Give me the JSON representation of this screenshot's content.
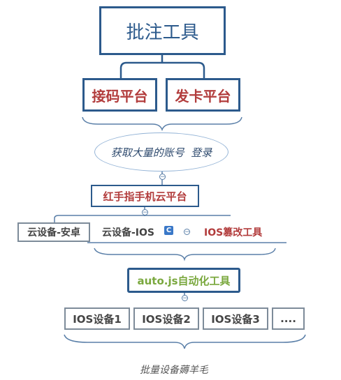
{
  "root": {
    "label": "批注工具"
  },
  "platforms": [
    {
      "label": "接码平台"
    },
    {
      "label": "发卡平台"
    }
  ],
  "account_label": "获取大量的账号  登录",
  "cloud_platform": {
    "label": "红手指手机云平台"
  },
  "cloud_devices": {
    "android": "云设备-安卓",
    "ios": "云设备-IOS",
    "ios_badge": "C",
    "tamper_tool": "IOS篡改工具"
  },
  "automation_tool": {
    "label": "auto.js自动化工具"
  },
  "devices": [
    {
      "label": "IOS设备1"
    },
    {
      "label": "IOS设备2"
    },
    {
      "label": "IOS设备3"
    },
    {
      "label": "...."
    }
  ],
  "caption": "批量设备薅羊毛",
  "colors": {
    "border": "#2c5a8c",
    "red_text": "#b23c3c",
    "green_text": "#7aa83e",
    "line": "#5a7fa8"
  }
}
